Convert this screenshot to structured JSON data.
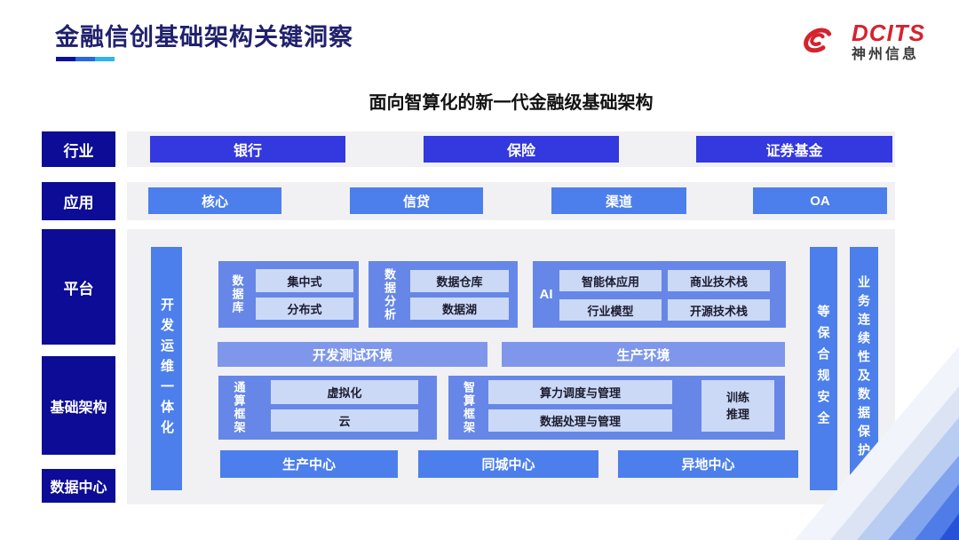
{
  "header": {
    "title": "金融信创基础架构关键洞察",
    "logo": {
      "brand": "DCITS",
      "company": "神州信息"
    }
  },
  "diagram": {
    "subtitle": "面向智算化的新一代金融级基础架构",
    "side_labels": {
      "industry": "行业",
      "application": "应用",
      "platform": "平台",
      "infrastructure": "基础架构",
      "datacenter": "数据中心"
    },
    "industry_row": [
      "银行",
      "保险",
      "证券基金"
    ],
    "application_row": [
      "核心",
      "信贷",
      "渠道",
      "OA"
    ],
    "platform_panel": {
      "devops_bar": "开发运维一体化",
      "database": {
        "label": "数据库",
        "items": [
          "集中式",
          "分布式"
        ]
      },
      "analytics": {
        "label": "数据分析",
        "items": [
          "数据仓库",
          "数据湖"
        ]
      },
      "ai": {
        "label": "AI",
        "grid": [
          "智能体应用",
          "商业技术栈",
          "行业模型",
          "开源技术栈"
        ]
      },
      "environments": [
        "开发测试环境",
        "生产环境"
      ],
      "general_compute": {
        "label": "通算框架",
        "items": [
          "虚拟化",
          "云"
        ]
      },
      "intelligent_compute": {
        "label": "智算框架",
        "items": [
          "算力调度与管理",
          "数据处理与管理"
        ],
        "side_box": "训练\n推理"
      },
      "centers": [
        "生产中心",
        "同城中心",
        "异地中心"
      ],
      "security_bar": "等保合规安全",
      "continuity_bar": "业务连续性及数据保护"
    }
  },
  "colors": {
    "navy": "#0C0C96",
    "royal_blue": "#3338DF",
    "bright_blue": "#4C7FEB",
    "periwinkle": "#6687E7",
    "light_periwinkle": "#7E97EA",
    "pale_blue": "#CBD9F6",
    "strip_bg": "#F1F1F3",
    "brand_red": "#D5232E",
    "title_navy": "#21216E",
    "underline_segments": [
      "#0D0DA0",
      "#2667E6",
      "#2FB4F0"
    ]
  }
}
